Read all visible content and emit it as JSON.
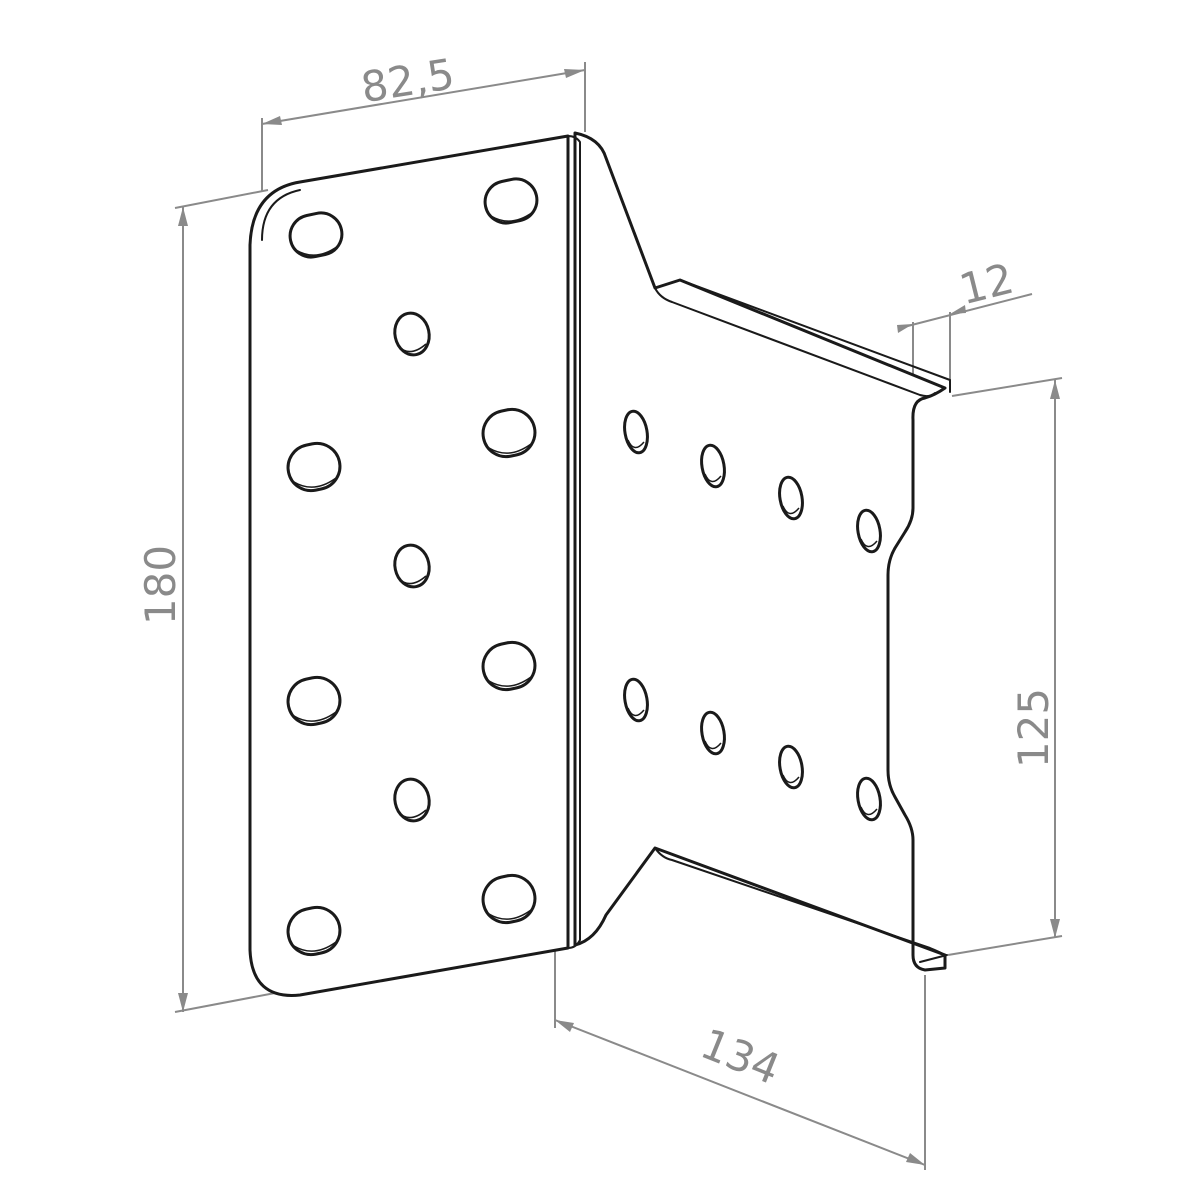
{
  "dimensions": {
    "width_top": "82,5",
    "height_left": "180",
    "flange": "12",
    "height_right": "125",
    "depth_bottom": "134"
  },
  "colors": {
    "outline": "#1a1a1a",
    "dimension": "#8a8a8a",
    "background": "#ffffff"
  }
}
